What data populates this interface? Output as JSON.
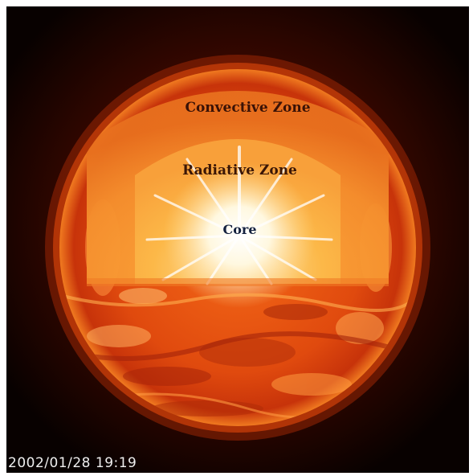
{
  "labels": {
    "convective_zone": "Convective Zone",
    "radiative_zone": "Radiative Zone",
    "core": "Core"
  },
  "timestamp": "2002/01/28 19:19",
  "colors": {
    "background": "#0b0100",
    "sun_surface": "#d83a0a",
    "convective_zone": "#f08a2a",
    "radiative_zone": "#fbb040",
    "core": "#fff6d6"
  }
}
